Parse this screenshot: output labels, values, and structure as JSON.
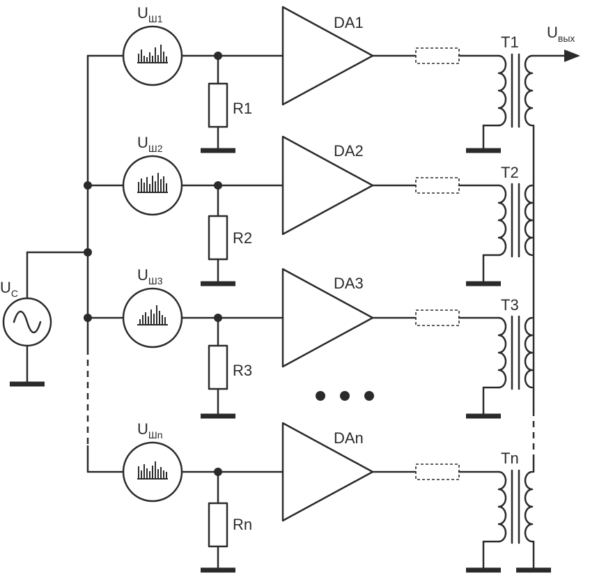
{
  "source": {
    "main": "U",
    "sub": "C"
  },
  "output": {
    "main": "U",
    "sub": "вых"
  },
  "channels": [
    {
      "noise_main": "U",
      "noise_sub": "Ш1",
      "resistor": "R1",
      "amplifier": "DA1",
      "transformer": "T1"
    },
    {
      "noise_main": "U",
      "noise_sub": "Ш2",
      "resistor": "R2",
      "amplifier": "DA2",
      "transformer": "T2"
    },
    {
      "noise_main": "U",
      "noise_sub": "Ш3",
      "resistor": "R3",
      "amplifier": "DA3",
      "transformer": "T3"
    },
    {
      "noise_main": "U",
      "noise_sub": "Шn",
      "resistor": "Rn",
      "amplifier": "DAn",
      "transformer": "Tn"
    }
  ]
}
